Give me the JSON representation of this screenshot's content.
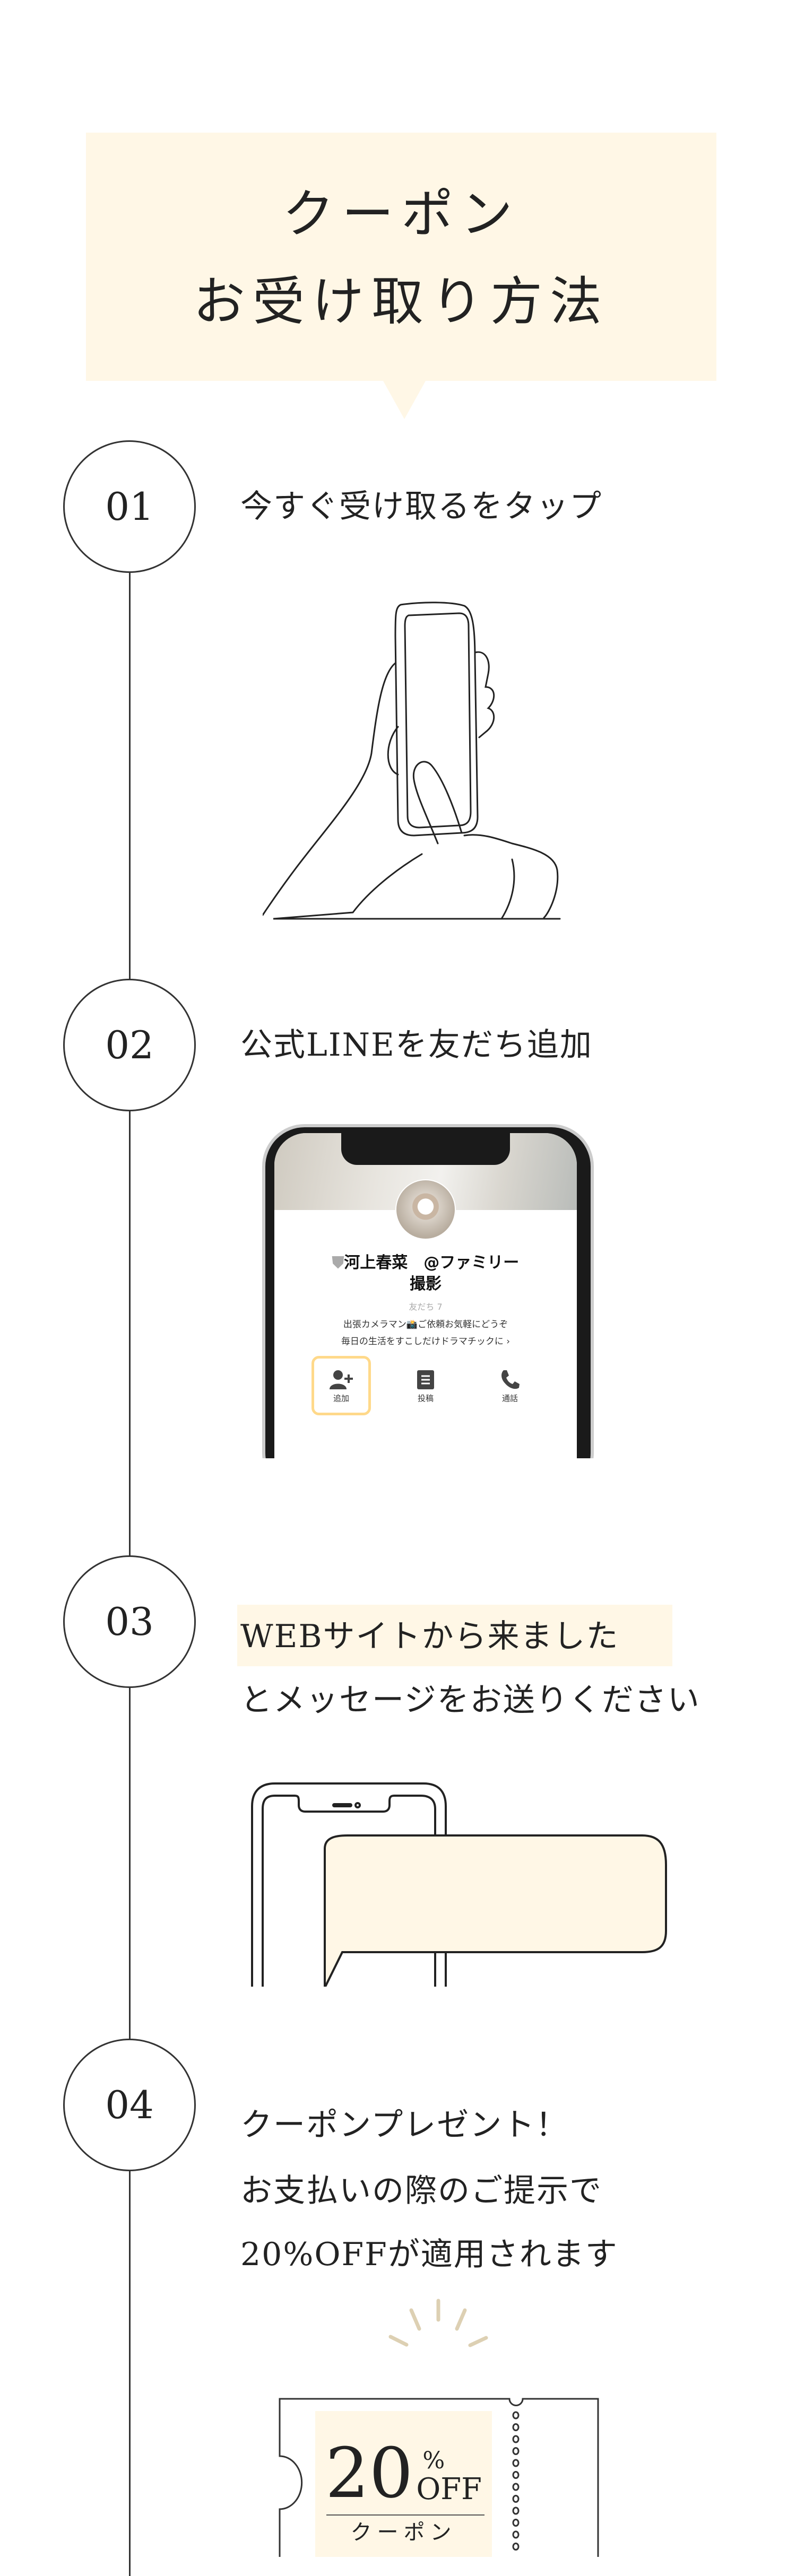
{
  "title": {
    "line1": "クーポン",
    "line2": "お受け取り方法"
  },
  "steps": [
    {
      "number": "01",
      "text": "今すぐ受け取るをタップ"
    },
    {
      "number": "02",
      "text": "公式LINEを友だち追加"
    },
    {
      "number": "03",
      "highlight": "WEBサイトから来ました",
      "text": "とメッセージをお送りください"
    },
    {
      "number": "04",
      "lines": [
        "クーポンプレゼント！",
        "お支払いの際のご提示で",
        "20%OFFが適用されます"
      ]
    }
  ],
  "line_profile": {
    "name": "河上春菜　@ファミリー撮影",
    "friends": "友だち 7",
    "description": [
      "出張カメラマン📸ご依頼お気軽にどうぞ",
      "毎日の生活をすこしだけドラマチックに ›"
    ],
    "actions": [
      {
        "label": "追加",
        "icon": "add-friend-icon"
      },
      {
        "label": "投稿",
        "icon": "post-icon"
      },
      {
        "label": "通話",
        "icon": "phone-icon"
      }
    ]
  },
  "coupon": {
    "amount": "20",
    "percent": "%",
    "off": "OFF",
    "label": "クーポン"
  },
  "colors": {
    "accent_bg": "#fff7e6",
    "highlight_border": "#ffd98a",
    "spark": "#ddd0b3",
    "line": "#333333"
  }
}
